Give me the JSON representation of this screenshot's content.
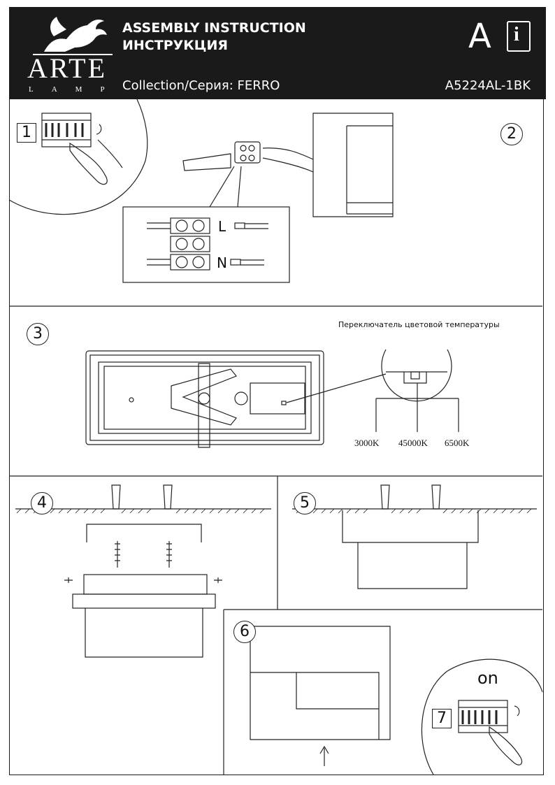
{
  "header": {
    "brand": "ARTE",
    "brand_sub": "LAMP",
    "title_en": "ASSEMBLY INSTRUCTION",
    "title_ru": "ИНСТРУКЦИЯ",
    "collection": "Collection/Серия: FERRO",
    "model": "A5224AL-1BK",
    "letter": "A",
    "info_letter": "i"
  },
  "steps": {
    "s1": "1",
    "s2": "2",
    "s3": "3",
    "s4": "4",
    "s5": "5",
    "s6": "6",
    "s7": "7"
  },
  "wiring": {
    "line": "L",
    "neutral": "N"
  },
  "switch": {
    "label": "Переключатель цветовой температуры",
    "options": [
      "3000K",
      "45000K",
      "6500K"
    ]
  },
  "power": {
    "on": "on"
  },
  "colors": {
    "header_bg": "#1a1a1a",
    "line": "#222222"
  }
}
